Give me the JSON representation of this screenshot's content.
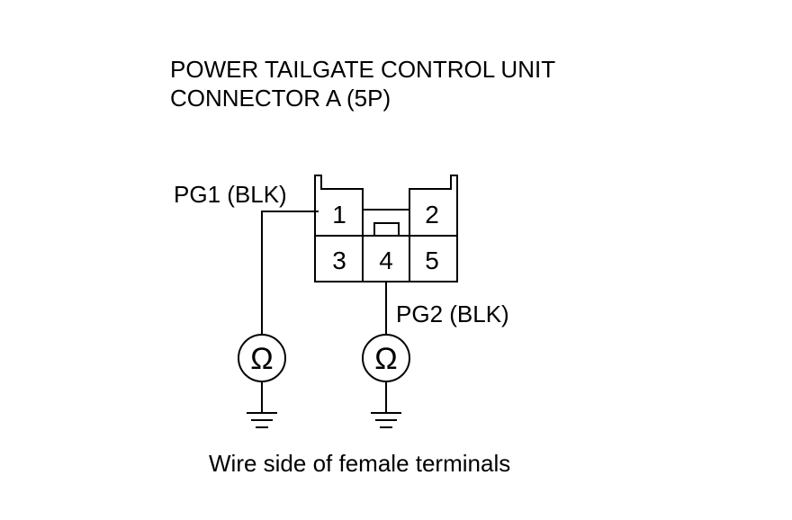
{
  "title": {
    "line1": "POWER TAILGATE CONTROL UNIT",
    "line2": "CONNECTOR A (5P)"
  },
  "wires": {
    "pg1": "PG1 (BLK)",
    "pg2": "PG2 (BLK)"
  },
  "connector": {
    "terminals": [
      "1",
      "2",
      "3",
      "4",
      "5"
    ]
  },
  "meters": {
    "symbol": "Ω"
  },
  "icons": [
    "ohmmeter-icon",
    "ground-icon"
  ],
  "caption": "Wire side of female terminals"
}
